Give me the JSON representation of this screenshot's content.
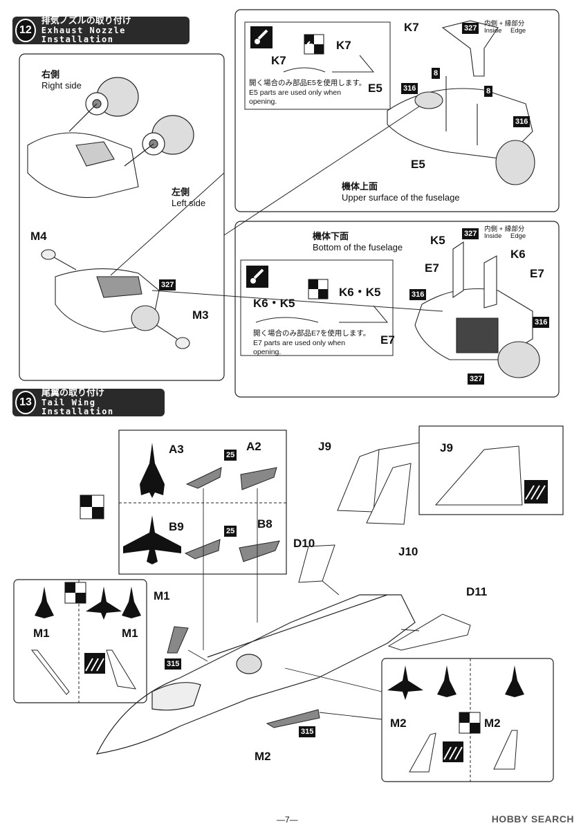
{
  "step12": {
    "number": "12",
    "title_jp": "排気ノズルの取り付け",
    "title_en": "Exhaust Nozzle Installation",
    "right_side_jp": "右側",
    "right_side_en": "Right side",
    "left_side_jp": "左側",
    "left_side_en": "Left side",
    "part_m4": "M4",
    "part_m3": "M3",
    "color_327_lower": "327",
    "upper": {
      "k7_top": "K7",
      "color_327": "327",
      "inside_jp": "内側",
      "inside_en": "Inside",
      "edge_jp": "縁部分",
      "edge_en": "Edge",
      "plus": "+",
      "color_8a": "8",
      "color_8b": "8",
      "color_316a": "316",
      "color_316b": "316",
      "e5": "E5",
      "caption_jp": "機体上面",
      "caption_en": "Upper surface of the fuselage",
      "inset_k7a": "K7",
      "inset_k7b": "K7",
      "inset_e5": "E5",
      "note_jp": "開く場合のみ部品E5を使用します。",
      "note_en": "E5 parts are used only when opening."
    },
    "lower": {
      "caption_jp": "機体下面",
      "caption_en": "Bottom of the fuselage",
      "color_327": "327",
      "inside_jp": "内側",
      "inside_en": "Inside",
      "edge_jp": "縁部分",
      "edge_en": "Edge",
      "plus": "+",
      "k5": "K5",
      "k6": "K6",
      "e7a": "E7",
      "e7b": "E7",
      "color_316a": "316",
      "color_316b": "316",
      "color_327b": "327",
      "inset_a": "K6・K5",
      "inset_b": "K6・K5",
      "inset_e7": "E7",
      "note_jp": "開く場合のみ部品E7を使用します。",
      "note_en": "E7 parts are used only when opening."
    }
  },
  "step13": {
    "number": "13",
    "title_jp": "尾翼の取り付け",
    "title_en": "Tail Wing Installation",
    "a3": "A3",
    "a2": "A2",
    "b9": "B9",
    "b8": "B8",
    "color_25a": "25",
    "color_25b": "25",
    "j9": "J9",
    "j9_inset": "J9",
    "j10": "J10",
    "d10": "D10",
    "d11": "D11",
    "m1": "M1",
    "m1_inset_a": "M1",
    "m1_inset_b": "M1",
    "m2": "M2",
    "m2_inset_a": "M2",
    "m2_inset_b": "M2",
    "color_315a": "315",
    "color_315b": "315"
  },
  "footer": {
    "page": "—7—",
    "watermark": "HOBBY SEARCH"
  }
}
